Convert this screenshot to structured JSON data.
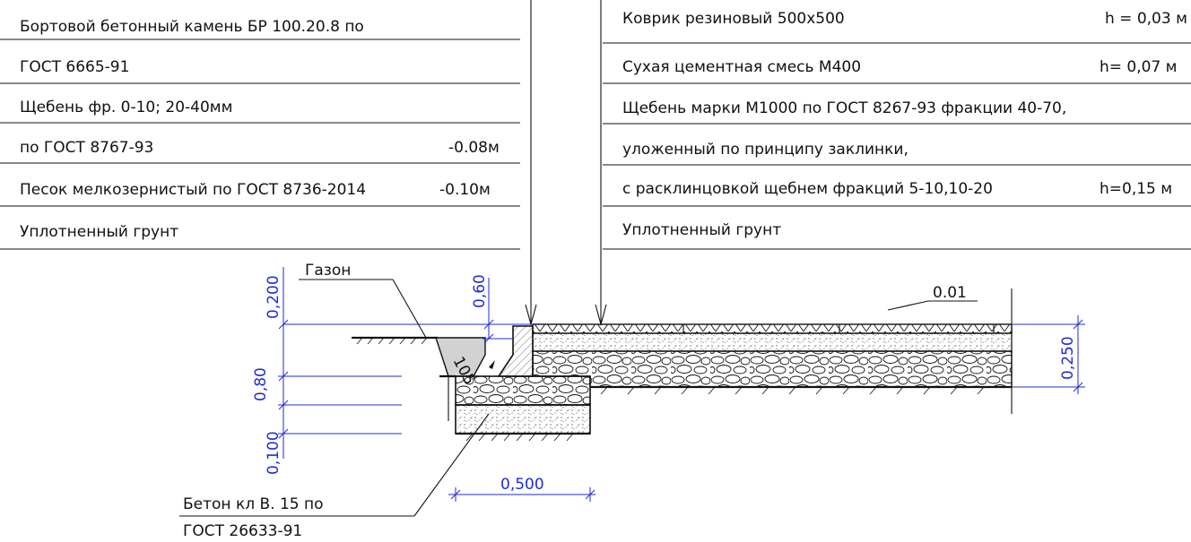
{
  "left_legend": [
    {
      "text": "Бортовой бетонный камень БР 100.20.8 по",
      "value": ""
    },
    {
      "text": "ГОСТ 6665-91",
      "value": ""
    },
    {
      "text": "Щебень фр. 0-10; 20-40мм",
      "value": ""
    },
    {
      "text": "по ГОСТ 8767-93",
      "value": "-0.08м"
    },
    {
      "text": "Песок мелкозернистый по ГОСТ 8736-2014",
      "value": "-0.10м"
    },
    {
      "text": "Уплотненный грунт",
      "value": ""
    }
  ],
  "right_legend": [
    {
      "text": "Коврик резиновый 500х500",
      "value": "h = 0,03 м"
    },
    {
      "text": "Сухая цементная смесь М400",
      "value": "h= 0,07 м"
    },
    {
      "text": "Щебень марки М1000 по  ГОСТ 8267-93  фракции 40-70,",
      "value": ""
    },
    {
      "text": "уложенный  по принципу  заклинки,",
      "value": ""
    },
    {
      "text": "с расклинцовкой щебнем фракций  5-10,10-20",
      "value": "h=0,15 м"
    },
    {
      "text": "Уплотненный грунт",
      "value": ""
    }
  ],
  "labels": {
    "lawn": "Газон",
    "concrete_line1": "Бетон кл В. 15 по",
    "concrete_line2": "ГОСТ 26633-91",
    "slope": "0.01",
    "triangle_dim": "105"
  },
  "dimensions": {
    "d_0200": "0,200",
    "d_060": "0,60",
    "d_080": "0,80",
    "d_0100": "0,100",
    "d_0500": "0,500",
    "d_0250": "0,250"
  },
  "colors": {
    "line": "#111111",
    "dimension": "#1f2bd6",
    "concrete_fill": "#d2d2d2",
    "background": "#ffffff"
  }
}
